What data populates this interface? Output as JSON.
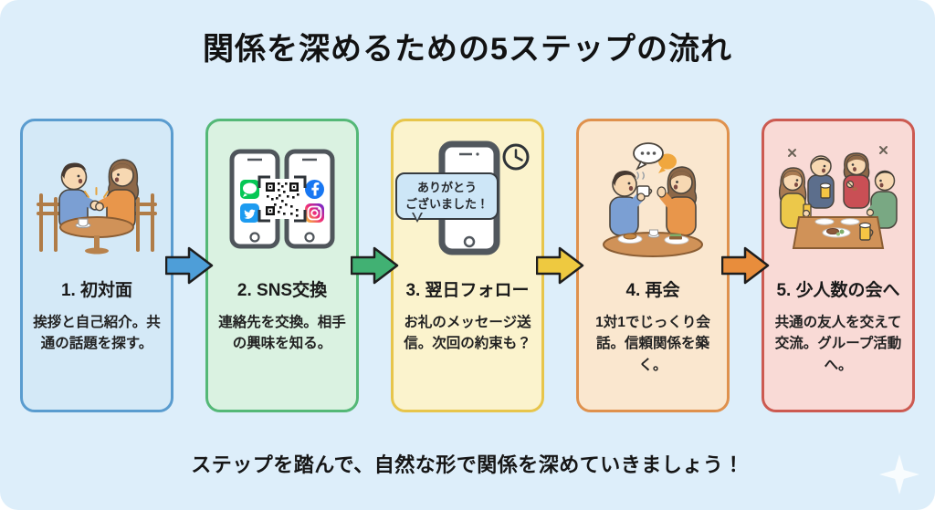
{
  "title": "関係を深めるための5ステップの流れ",
  "footer": "ステップを踏んで、自然な形で関係を深めていきましょう！",
  "steps": [
    {
      "label": "1. 初対面",
      "description": "挨拶と自己紹介。共通の話題を探す。",
      "style": "background:#d4e9f7;border-color:#5a9ccf",
      "illustration": "handshake at cafe table"
    },
    {
      "label": "2. SNS交換",
      "description": "連絡先を交換。相手の興味を知る。",
      "style": "background:#daf2e1;border-color:#54b877",
      "illustration": "two smartphones with LINE, Twitter, Facebook, Instagram icons and QR code"
    },
    {
      "label": "3. 翌日フォロー",
      "description": "お礼のメッセージ送信。次回の約束も？",
      "style": "background:#fbf3cd;border-color:#e7c54b",
      "bubble_line1": "ありがとう",
      "bubble_line2": "ございました！",
      "illustration": "smartphone with thank-you message bubble and clock"
    },
    {
      "label": "4. 再会",
      "description": "1対1でじっくり会話。信頼関係を築く。",
      "style": "background:#fae7cf;border-color:#df914d",
      "illustration": "two people talking over a meal"
    },
    {
      "label": "5. 少人数の会へ",
      "description": "共通の友人を交えて交流。グループ活動へ。",
      "style": "background:#f9dad6;border-color:#cc5a51",
      "illustration": "four friends at a dinner gathering"
    }
  ],
  "arrows": [
    {
      "color": "#4e9ed8"
    },
    {
      "color": "#41b173"
    },
    {
      "color": "#eec940"
    },
    {
      "color": "#e88d3c"
    }
  ],
  "colors": {
    "canvas": "#ffffff",
    "panel_background": "#ddeefa",
    "text": "#141414",
    "card1_bg": "#d4e9f7",
    "card1_border": "#5a9ccf",
    "card2_bg": "#daf2e1",
    "card2_border": "#54b877",
    "card3_bg": "#fbf3cd",
    "card3_border": "#e7c54b",
    "card4_bg": "#fae7cf",
    "card4_border": "#df914d",
    "card5_bg": "#f9dad6",
    "card5_border": "#cc5a51"
  }
}
